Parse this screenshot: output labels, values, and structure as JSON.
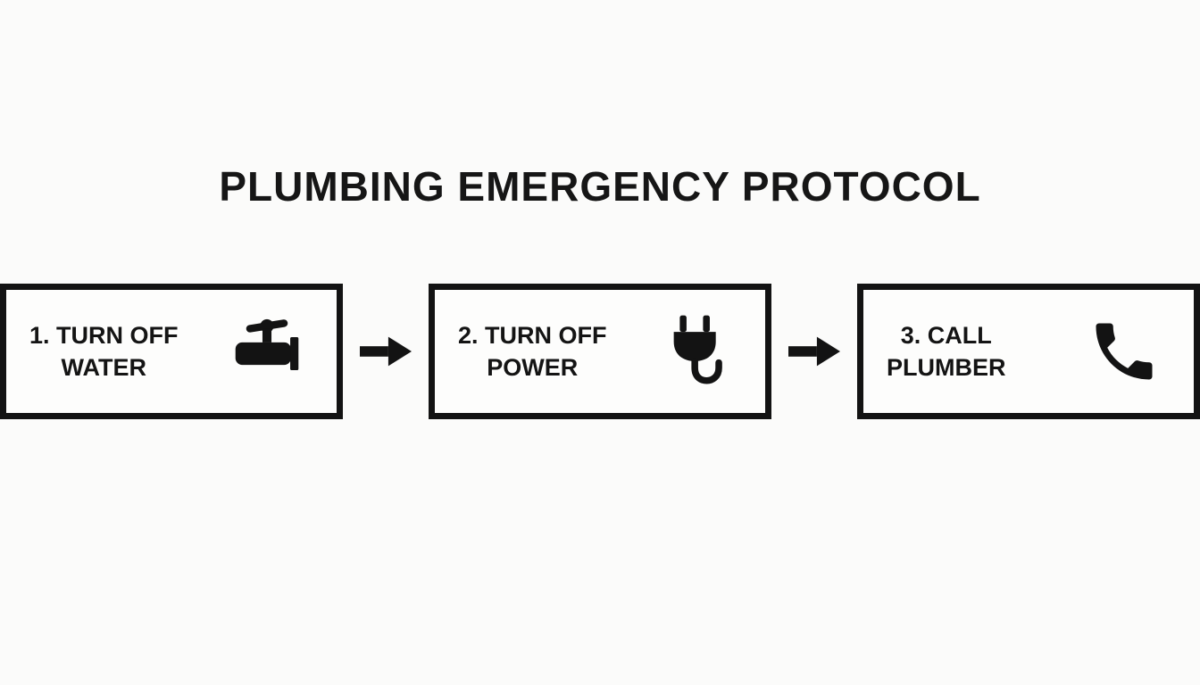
{
  "title": "PLUMBING EMERGENCY PROTOCOL",
  "steps": [
    {
      "line1": "1. TURN OFF",
      "line2": "WATER",
      "icon": "water-valve-icon"
    },
    {
      "line1": "2. TURN OFF",
      "line2": "POWER",
      "icon": "power-plug-icon"
    },
    {
      "line1": "3. CALL",
      "line2": "PLUMBER",
      "icon": "phone-icon"
    }
  ],
  "connectors": [
    {
      "icon": "arrow-right-icon"
    },
    {
      "icon": "arrow-right-icon"
    }
  ],
  "colors": {
    "foreground": "#131313",
    "background": "#fbfbfa",
    "box_border": "#131313",
    "box_fill": "#fdfdfc"
  }
}
